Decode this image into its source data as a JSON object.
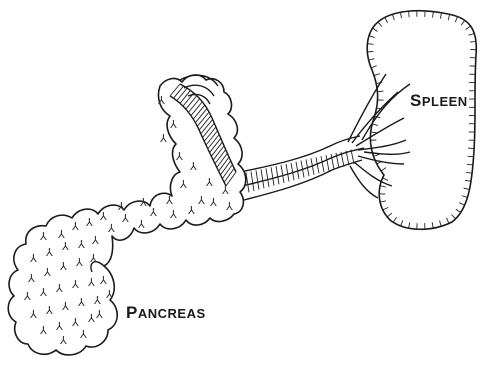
{
  "labels": {
    "spleen": {
      "initial": "S",
      "rest": "PLEEN"
    },
    "pancreas": {
      "initial": "P",
      "rest": "ANCREAS"
    }
  },
  "colors": {
    "ink": "#1a1a1a",
    "background": "#ffffff"
  },
  "glyphs": {
    "acinus": "⅄"
  }
}
